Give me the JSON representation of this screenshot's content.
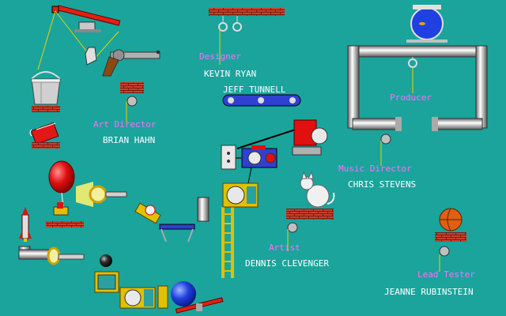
{
  "credits": {
    "designer": {
      "role": "Designer",
      "names": [
        "KEVIN RYAN",
        "JEFF TUNNELL"
      ]
    },
    "producer": {
      "role": "Producer"
    },
    "art_director": {
      "role": "Art Director",
      "name": "BRIAN HAHN"
    },
    "music_director": {
      "role": "Music Director",
      "name": "CHRIS STEVENS"
    },
    "artist": {
      "role": "Artist",
      "name": "DENNIS CLEVENGER"
    },
    "lead_tester": {
      "role": "Lead Tester",
      "name": "JEANNE RUBINSTEIN"
    }
  },
  "colors": {
    "background": "#1aa49c",
    "role_text": "#ff6cff",
    "name_text": "#ffffff",
    "brick": "#c8402c",
    "rope": "#f0d000"
  },
  "icons": [
    "seesaw-icon",
    "bucket-icon",
    "pistol-icon",
    "dynamite-icon",
    "balloon-icon",
    "magnifier-icon",
    "candle-icon",
    "rocket-icon",
    "pipe-icon",
    "cannonball-icon",
    "mouse-cage-icon",
    "bowling-ball-icon",
    "ladder-icon",
    "trampoline-icon",
    "baseball-icon",
    "conveyor-belt-icon",
    "electric-outlet-icon",
    "generator-icon",
    "fan-icon",
    "fishbowl-icon",
    "cat-icon",
    "basketball-icon",
    "pulley-icon",
    "brick-wall-icon"
  ]
}
